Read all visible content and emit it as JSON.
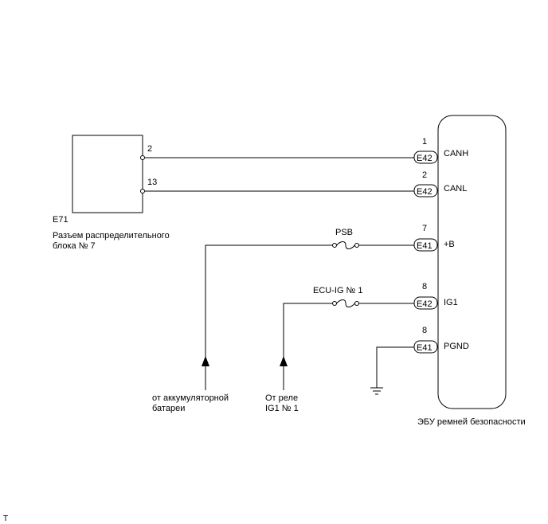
{
  "junction_block": {
    "code": "E71",
    "name_line1": "Разъем распределительного",
    "name_line2": "блока № 7",
    "pins": [
      "2",
      "13"
    ]
  },
  "ecu": {
    "name": "ЭБУ ремней безопасности"
  },
  "ecu_pins": [
    {
      "num": "1",
      "connector": "E42",
      "signal": "CANH"
    },
    {
      "num": "2",
      "connector": "E42",
      "signal": "CANL"
    },
    {
      "num": "7",
      "connector": "E41",
      "signal": "+B"
    },
    {
      "num": "8",
      "connector": "E42",
      "signal": "IG1"
    },
    {
      "num": "8",
      "connector": "E41",
      "signal": "PGND"
    }
  ],
  "fuses": [
    {
      "label": "PSB"
    },
    {
      "label": "ECU-IG № 1"
    }
  ],
  "sources": [
    {
      "line1": "от аккумуляторной",
      "line2": "батареи"
    },
    {
      "line1": "От реле",
      "line2": "IG1 № 1"
    }
  ],
  "footer_mark": "T"
}
